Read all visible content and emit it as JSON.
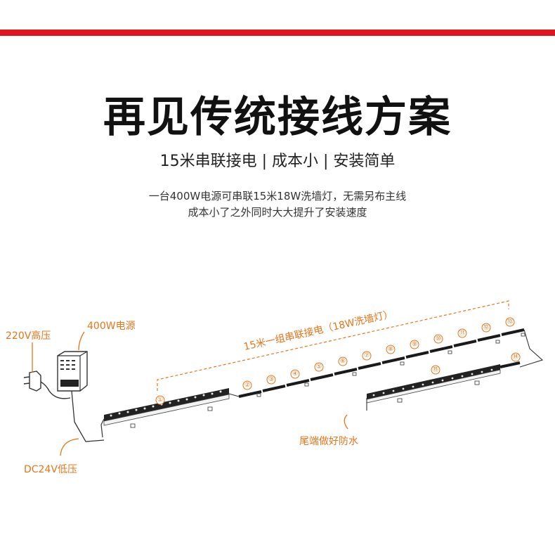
{
  "header": {
    "title": "再见传统接线方案",
    "subtitle": "15米串联接电 |  成本小 |  安装简单",
    "desc_line1": "一台400W电源可串联15米18W洗墙灯，无需另布主线",
    "desc_line2": "成本小了之外同时大大提升了安装速度"
  },
  "diagram": {
    "label_high_voltage": "220V高压",
    "label_power_supply": "400W电源",
    "label_series": "15米一组串联接电（18W洗墙灯）",
    "label_end_waterproof": "尾端做好防水",
    "label_low_voltage": "DC24V低压",
    "lamp_numbers": [
      "①",
      "②",
      "③",
      "④",
      "⑤",
      "⑥",
      "⑦",
      "⑧",
      "⑨",
      "⑩",
      "⑪",
      "⑫",
      "⑬",
      "⑭",
      "⑮"
    ]
  },
  "colors": {
    "accent_red": "#e0141e",
    "label_orange": "#e8751a"
  }
}
